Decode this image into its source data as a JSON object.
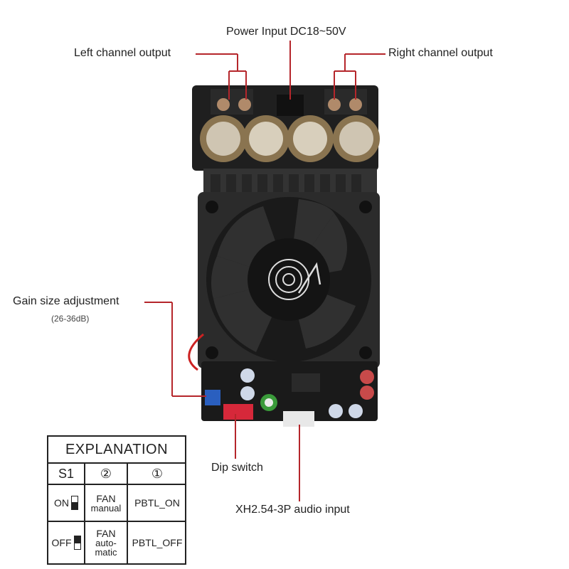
{
  "labels": {
    "power_input": "Power Input DC18~50V",
    "left_output": "Left channel output",
    "right_output": "Right channel output",
    "gain": "Gain size adjustment",
    "gain_range": "(26-36dB)",
    "dip_switch": "Dip switch",
    "audio_input": "XH2.54-3P audio input"
  },
  "table": {
    "title": "EXPLANATION",
    "col_s1": "S1",
    "col_2": "②",
    "col_1": "①",
    "row_on": {
      "switch": "ON",
      "fan_line1": "FAN",
      "fan_line2": "manual",
      "pbtl": "PBTL_ON"
    },
    "row_off": {
      "switch": "OFF",
      "fan_line1": "FAN",
      "fan_line2": "auto-",
      "fan_line3": "matic",
      "pbtl": "PBTL_OFF"
    }
  },
  "colors": {
    "callout": "#b5262b",
    "board": "#1e1e1e",
    "heatsink": "#2b2b2b"
  }
}
